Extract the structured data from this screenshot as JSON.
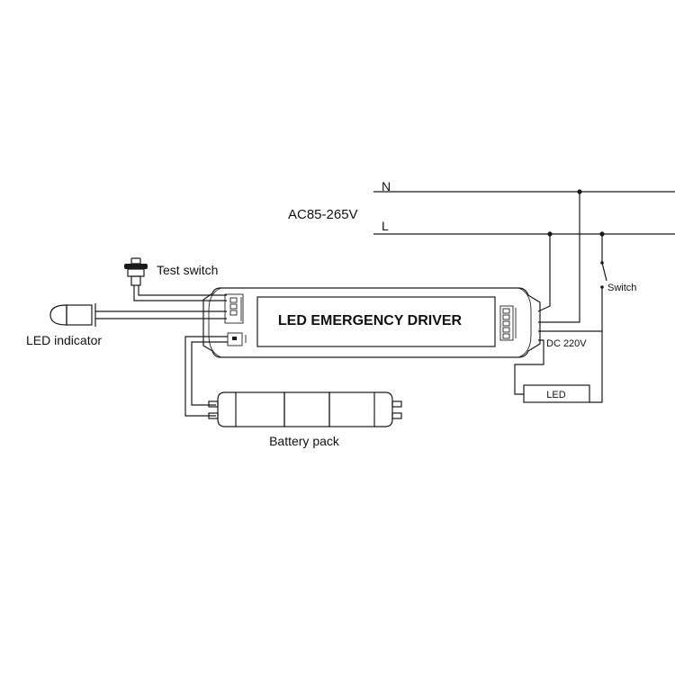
{
  "supply": {
    "voltage_label": "AC85-265V",
    "line_n": "N",
    "line_l": "L"
  },
  "driver": {
    "title": "LED EMERGENCY DRIVER"
  },
  "components": {
    "test_switch": "Test switch",
    "led_indicator": "LED indicator",
    "battery_pack": "Battery pack",
    "switch": "Switch",
    "dc_output": "DC 220V",
    "led_load": "LED"
  },
  "colors": {
    "line": "#1a1a1a",
    "background": "#ffffff"
  }
}
